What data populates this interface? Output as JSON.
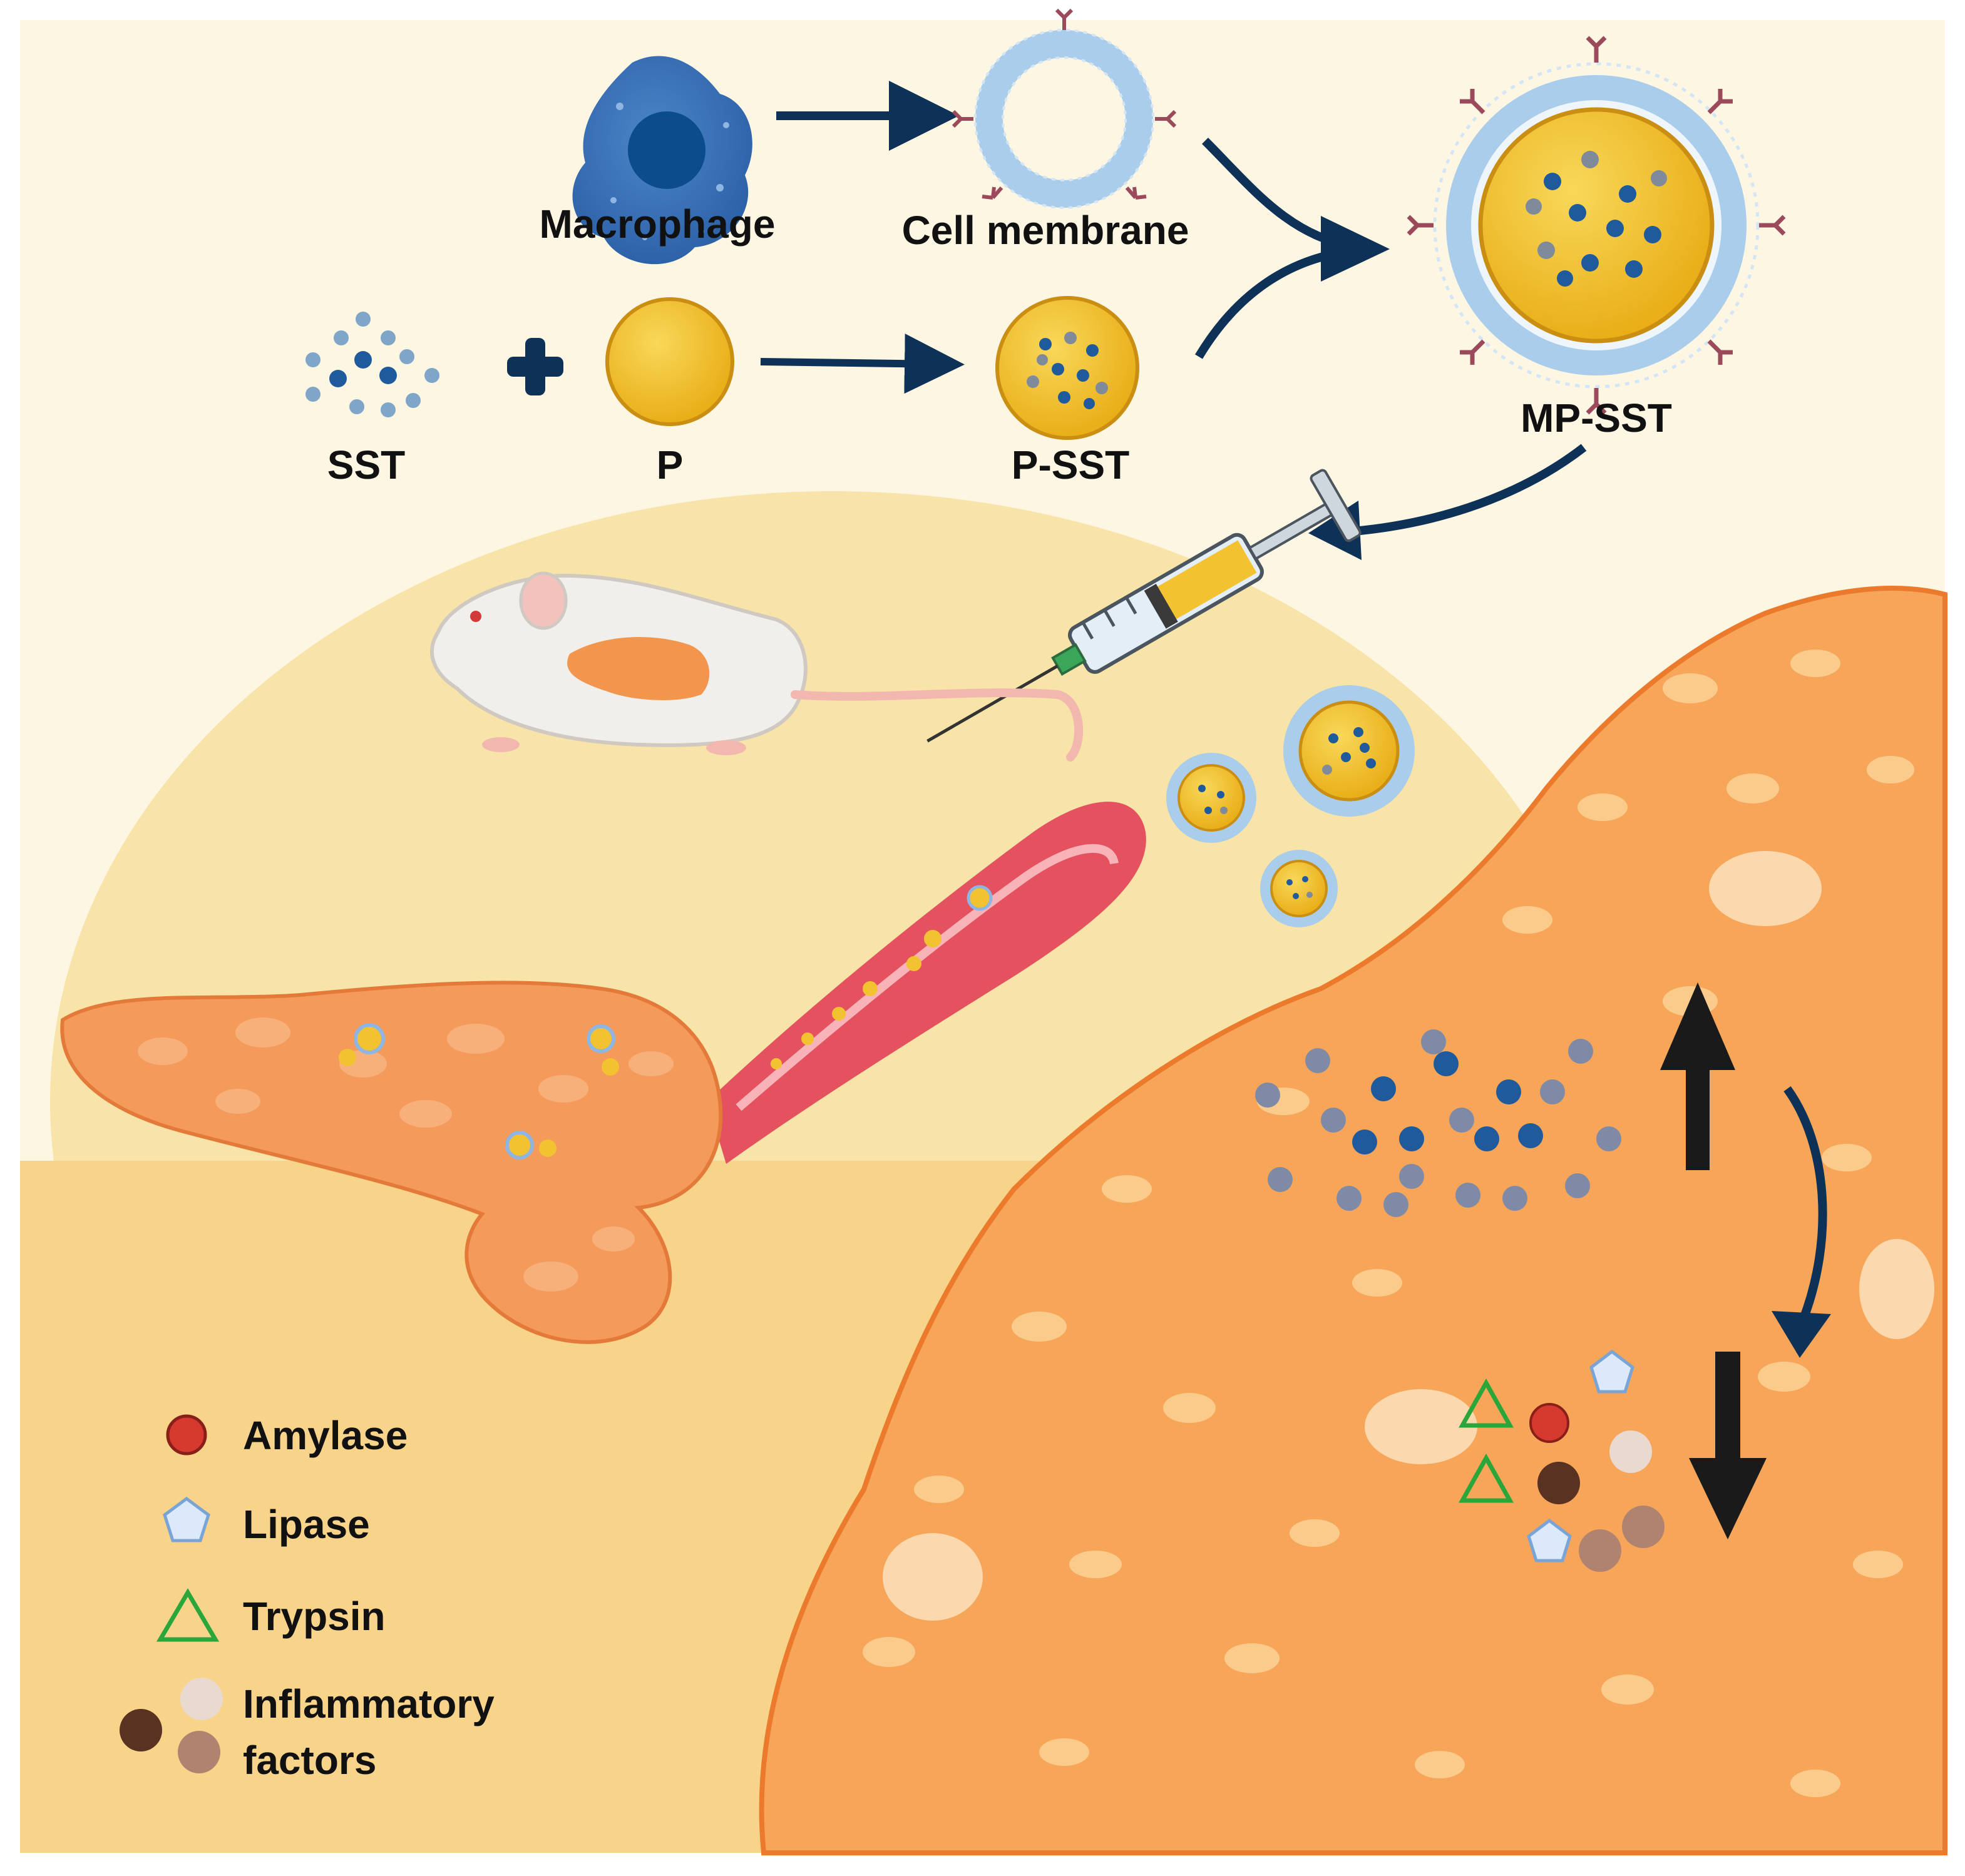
{
  "labels": {
    "macrophage": "Macrophage",
    "cell_membrane": "Cell membrane",
    "sst": "SST",
    "p": "P",
    "p_sst": "P-SST",
    "mp_sst": "MP-SST"
  },
  "legend": {
    "items": [
      {
        "label": "Amylase",
        "symbol": "red-circle"
      },
      {
        "label": "Lipase",
        "symbol": "blue-pentagon"
      },
      {
        "label": "Trypsin",
        "symbol": "green-triangle"
      }
    ],
    "inflammatory_line1": "Inflammatory",
    "inflammatory_line2": "factors"
  },
  "colors": {
    "background_cream": "#fdf6e3",
    "halo": "#f8e4a8",
    "floor": "#f7d48a",
    "navy_arrow": "#0e3157",
    "macrophage": "#3b74b8",
    "nanoparticle": "#f2c230",
    "membrane": "#a9cdea",
    "pancreas": "#f49a5a",
    "tissue": "#f7a659",
    "vessel": "#e3525e",
    "amylase": "#d63a2f",
    "lipase": "#dbe9fb",
    "trypsin": "#2aa63a",
    "inflam_dark": "#5a3222",
    "inflam_light": "#ead9cf",
    "inflam_mid": "#b08370",
    "regulation_arrow": "#1a1a1a"
  }
}
